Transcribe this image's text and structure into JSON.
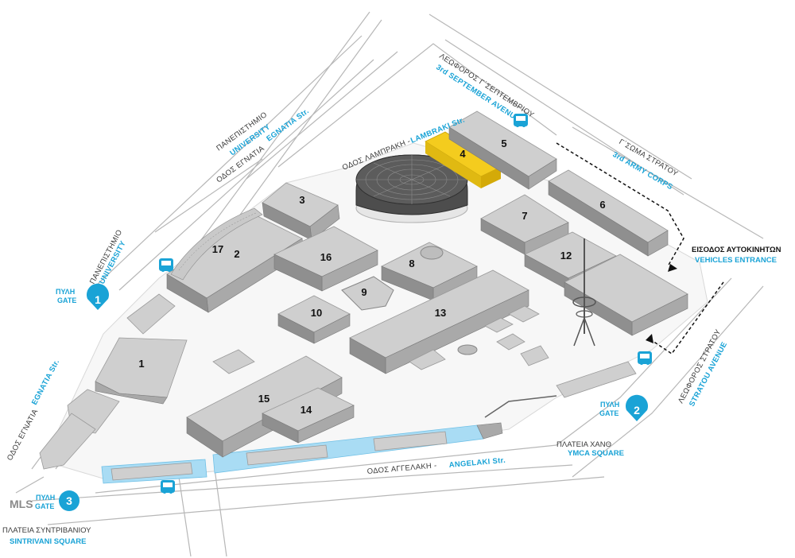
{
  "streets": {
    "egnatia_gr": "ΟΔΟΣ ΕΓΝΑΤΙΑ",
    "egnatia_en": "EGNATIA Str.",
    "egnatia_left_gr": "ΟΔΟΣ ΕΓΝΑΤΙΑ",
    "egnatia_left_en": "EGNATIA Str.",
    "university_gr": "ΠΑΝΕΠΙΣΤΗΜΙΟ",
    "university_en": "UNIVERSITY",
    "university2_gr": "ΠΑΝΕΠΙΣΤΗΜΙΟ",
    "university2_en": "UNIVERSITY",
    "lambraki_gr": "ΟΔΟΣ ΛΑΜΠΡΑΚΗ -",
    "lambraki_en": "LAMBRAKI Str.",
    "september_gr": "ΛΕΩΦΟΡΟΣ Γ΄ΣΕΠΤΕΜΒΡΙΟΥ",
    "september_en": "3rd SEPTEMBER AVENUE",
    "army_gr": "Γ΄ΣΩΜΑ ΣΤΡΑΤΟΥ",
    "army_en": "3rd ARMY CORPS",
    "stratou_gr": "ΛΕΩΦΟΡΟΣ ΣΤΡΑΤΟΥ",
    "stratou_en": "STRATOU AVENUE",
    "angelaki_gr": "ΟΔΟΣ ΑΓΓΕΛΑΚΗ -",
    "angelaki_en": "ANGELAKI Str."
  },
  "gates": [
    {
      "gr": "ΠΥΛΗ",
      "en": "GATE",
      "num": "1"
    },
    {
      "gr": "ΠΥΛΗ",
      "en": "GATE",
      "num": "2"
    },
    {
      "gr": "ΠΥΛΗ",
      "en": "GATE",
      "num": "3"
    }
  ],
  "squares": {
    "ymca_gr": "ΠΛΑΤΕΙΑ ΧΑΝΘ",
    "ymca_en": "YMCA SQUARE",
    "sintrivani_gr": "ΠΛΑΤΕΙΑ ΣΥΝΤΡΙΒΑΝΙΟΥ",
    "sintrivani_en": "SINTRIVANI SQUARE"
  },
  "vehicles": {
    "gr": "ΕΙΣΟΔΟΣ ΑΥΤΟΚΙΝΗΤΩΝ",
    "en": "VEHICLES ENTRANCE"
  },
  "mls": "MLS",
  "buildings": [
    "1",
    "2",
    "3",
    "4",
    "5",
    "6",
    "7",
    "8",
    "9",
    "10",
    "12",
    "13",
    "14",
    "15",
    "16",
    "17"
  ],
  "colors": {
    "accent": "#1aa3d6",
    "highlight": "#f4cc1e",
    "building": "#cfcfcf",
    "water": "#a9dcf4"
  },
  "icons": {
    "bus": "bus-icon",
    "gate": "gate-marker-icon",
    "arrow": "arrow-icon"
  }
}
